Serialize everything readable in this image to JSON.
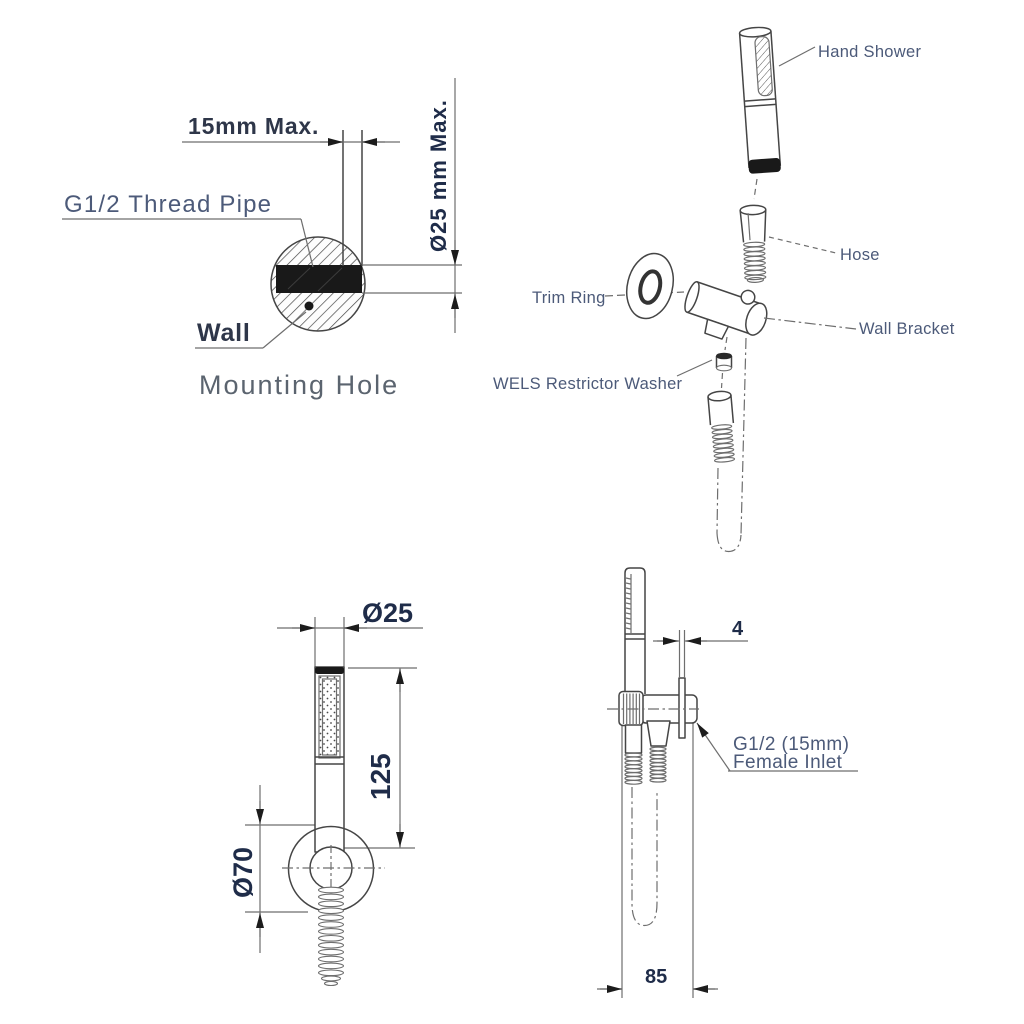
{
  "colors": {
    "bg": "#ffffff",
    "line": "#454545",
    "dim": "#6e6e6e",
    "label": "#4c5a79",
    "dark": "#2e3649",
    "number": "#1f2c49",
    "muted": "#5b646f"
  },
  "mounting_hole": {
    "protrusion_dim": "15mm Max.",
    "thread_pipe_label": "G1/2 Thread Pipe",
    "wall_label": "Wall",
    "title": "Mounting  Hole",
    "hole_dia_dim": "Ø25 mm Max."
  },
  "exploded_view": {
    "hand_shower_label": "Hand Shower",
    "hose_label": "Hose",
    "trim_ring_label": "Trim Ring",
    "wall_bracket_label": "Wall Bracket",
    "wels_washer_label": "WELS Restrictor Washer"
  },
  "front_view": {
    "handset_dia_dim": "Ø25",
    "handset_length_dim": "125",
    "flange_dia_dim": "Ø70"
  },
  "side_view": {
    "plate_thickness_dim": "4",
    "inlet_label_line1": "G1/2 (15mm)",
    "inlet_label_line2": "Female Inlet",
    "offset_dim": "85"
  }
}
